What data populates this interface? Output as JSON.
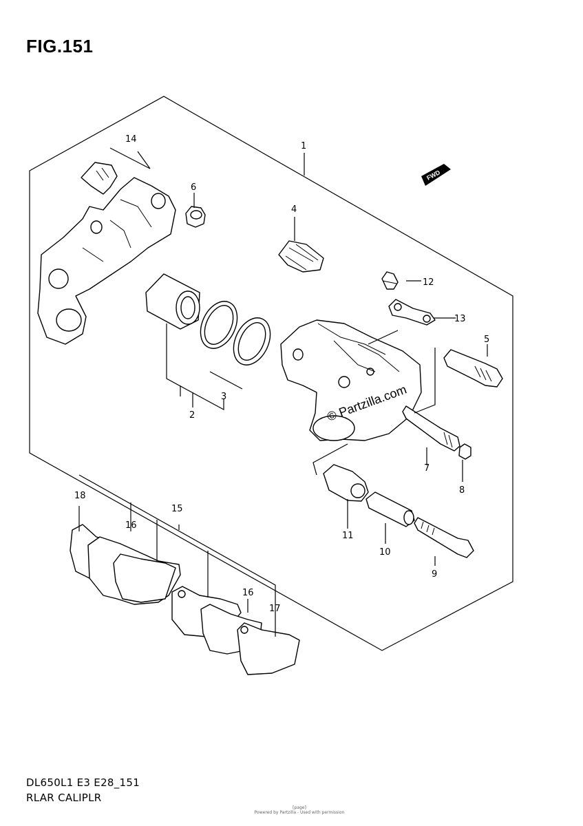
{
  "figure": {
    "title": "FIG.151",
    "model_code": "DL650L1 E3 E28_151",
    "section_name": "RLAR CALIPLR",
    "watermark": "© Partzilla.com",
    "forward_marker": "FWD",
    "footer_small_line1": "[page]",
    "footer_small_line2": "Powered by Partzilla - Used with permission"
  },
  "callouts": [
    "1",
    "2",
    "3",
    "4",
    "5",
    "6",
    "7",
    "8",
    "9",
    "10",
    "11",
    "12",
    "13",
    "14",
    "15",
    "16",
    "16",
    "17",
    "18"
  ]
}
